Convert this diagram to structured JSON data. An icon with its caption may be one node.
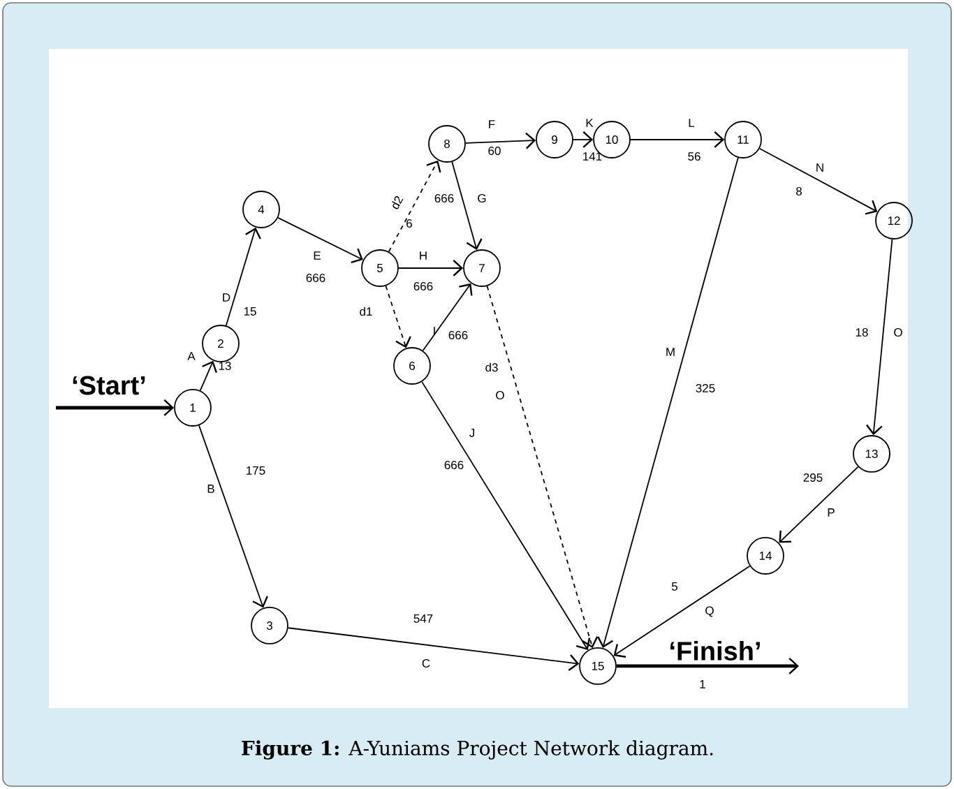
{
  "diagram": {
    "caption": "**Figure 1:** A-Yuniams Project Network diagram.",
    "nodes": [
      {
        "text": [
          "1"
        ]
      },
      {
        "text": [
          "2"
        ]
      },
      {
        "text": [
          "3"
        ]
      },
      {
        "text": [
          "4"
        ]
      },
      {
        "text": [
          "5"
        ]
      },
      {
        "text": [
          "6"
        ]
      },
      {
        "text": [
          "7"
        ]
      },
      {
        "text": [
          "8"
        ]
      },
      {
        "text": [
          "9"
        ]
      },
      {
        "text": [
          "10"
        ]
      },
      {
        "text": [
          "11"
        ]
      },
      {
        "text": [
          "12"
        ]
      },
      {
        "text": [
          "13"
        ]
      },
      {
        "text": [
          "14"
        ]
      },
      {
        "text": [
          "15"
        ]
      }
    ],
    "edges": [
      {
        "from": null,
        "to": 0,
        "arrow": "to",
        "label": "‘Start’",
        "style": "thick"
      },
      {
        "from": 0,
        "to": 1,
        "arrow": "to",
        "label": "A"
      },
      {
        "from": 0,
        "to": 2,
        "arrow": "to",
        "label": "B"
      },
      {
        "from": 1,
        "to": 3,
        "arrow": "to",
        "label": "D"
      },
      {
        "from": 3,
        "to": 4,
        "arrow": "to",
        "label": "E"
      },
      {
        "from": 4,
        "to": 7,
        "arrow": "to",
        "label": "d2",
        "style": "dashed"
      },
      {
        "from": 4,
        "to": 6,
        "arrow": "to",
        "label": "H"
      },
      {
        "from": 4,
        "to": 5,
        "arrow": "to",
        "label": "d1",
        "style": "dashed"
      },
      {
        "from": 5,
        "to": 6,
        "arrow": "to",
        "label": "I"
      },
      {
        "from": 7,
        "to": 6,
        "arrow": "to",
        "label": "G"
      },
      {
        "from": 7,
        "to": 8,
        "arrow": "to",
        "label": "F"
      },
      {
        "from": 8,
        "to": 9,
        "arrow": "to",
        "label": "K"
      },
      {
        "from": 9,
        "to": 10,
        "arrow": "to",
        "label": "L"
      },
      {
        "from": 10,
        "to": 11,
        "arrow": "to",
        "label": "N"
      },
      {
        "from": 10,
        "to": 14,
        "arrow": "to",
        "label": "M"
      },
      {
        "from": 11,
        "to": 12,
        "arrow": "to",
        "label": "O"
      },
      {
        "from": 12,
        "to": 13,
        "arrow": "to",
        "label": "P"
      },
      {
        "from": 13,
        "to": 14,
        "arrow": "to",
        "label": "Q"
      },
      {
        "from": 5,
        "to": 14,
        "arrow": "to",
        "label": "J"
      },
      {
        "from": 6,
        "to": 14,
        "arrow": "to",
        "label": "d3",
        "style": "dashed"
      },
      {
        "from": 2,
        "to": 14,
        "arrow": "to",
        "label": "C"
      },
      {
        "from": 14,
        "to": null,
        "arrow": "to",
        "label": "‘Finish’",
        "style": "thick"
      }
    ],
    "labels": [
      "13",
      "175",
      "15",
      "666",
      "6",
      "666",
      "666",
      "666",
      "60",
      "141",
      "56",
      "8",
      "325",
      "18",
      "295",
      "5",
      "666",
      "O",
      "547",
      "1"
    ]
  }
}
